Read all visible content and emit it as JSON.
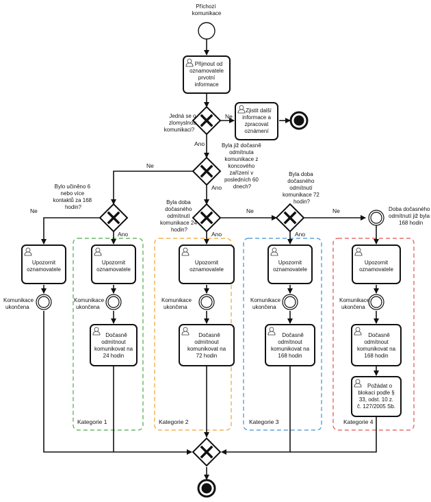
{
  "start_event": {
    "label": [
      "Příchozí",
      "komunikace"
    ]
  },
  "tasks": {
    "accept": [
      "Přijmout od",
      "oznamovatele",
      "prvotní",
      "informace"
    ],
    "investigate": [
      "Zjistit další",
      "informace a",
      "zpracovat",
      "oznámení"
    ],
    "notify": [
      "Upozornit",
      "oznamovatele"
    ],
    "reject24": [
      "Dočasně",
      "odmítnout",
      "komunikovat na",
      "24 hodin"
    ],
    "reject72": [
      "Dočasně",
      "odmítnout",
      "komunikovat na",
      "72 hodin"
    ],
    "reject168": [
      "Dočasně",
      "odmítnout",
      "komunikovat na",
      "168 hodin"
    ],
    "block": [
      "Požádat o",
      "blokaci podle §",
      "33, odst. 10 z.",
      "č. 127/2005 Sb."
    ]
  },
  "gateways": {
    "malicious": [
      "Jedná se o",
      "zlomyslnou",
      "komunikaci?"
    ],
    "previously_rejected": [
      "Byla již dočasně",
      "odmítnuta",
      "komunikace z",
      "koncového",
      "zařízení v",
      "posledních 60",
      "dnech?"
    ],
    "six_contacts": [
      "Bylo učiněno 6",
      "nebo více",
      "kontaktů za 168",
      "hodin?"
    ],
    "rejected_24": [
      "Byla doba",
      "dočasného",
      "odmítnutí",
      "komunikace 24",
      "hodin?"
    ],
    "rejected_72": [
      "Byla doba",
      "dočasného",
      "odmítnutí",
      "komunikace 72",
      "hodin?"
    ]
  },
  "intermediate_event": [
    "Doba dočasného",
    "odmítnutí již byla",
    "168 hodin"
  ],
  "end_label": [
    "Komunikace",
    "ukončena"
  ],
  "flow_labels": {
    "yes": "Ano",
    "no": "Ne"
  },
  "categories": [
    {
      "label": "Kategorie 1",
      "color": "#4aa84a"
    },
    {
      "label": "Kategorie 2",
      "color": "#f0a030"
    },
    {
      "label": "Kategorie 3",
      "color": "#3a8fd8"
    },
    {
      "label": "Kategorie 4",
      "color": "#e05050"
    }
  ],
  "colors": {
    "line": "#111111",
    "background": "#ffffff"
  }
}
